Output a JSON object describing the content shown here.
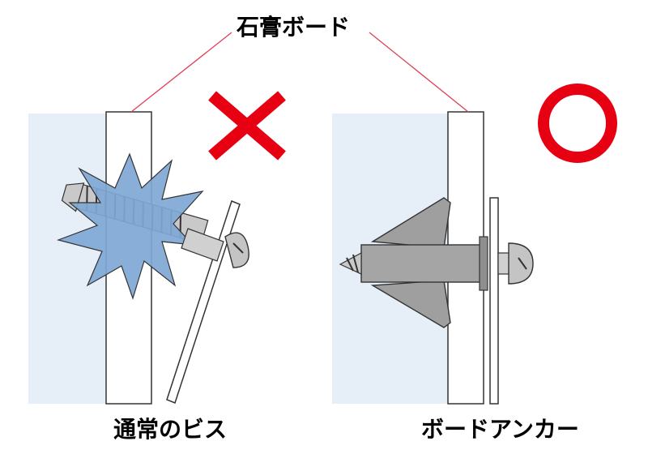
{
  "labels": {
    "top": "石膏ボード",
    "left": "通常のビス",
    "right": "ボードアンカー"
  },
  "marks": {
    "wrong": "cross-mark-icon",
    "right": "circle-mark-icon"
  },
  "colors": {
    "wall_fill": "#e6eef7",
    "board_fill": "#ffffff",
    "outline": "#333333",
    "leader_line": "#e0405a",
    "mark_red": "#e60012",
    "burst_fill": "#7fa8d6",
    "screw_gray": "#b8b8b8",
    "anchor_gray": "#9f9f9f"
  }
}
